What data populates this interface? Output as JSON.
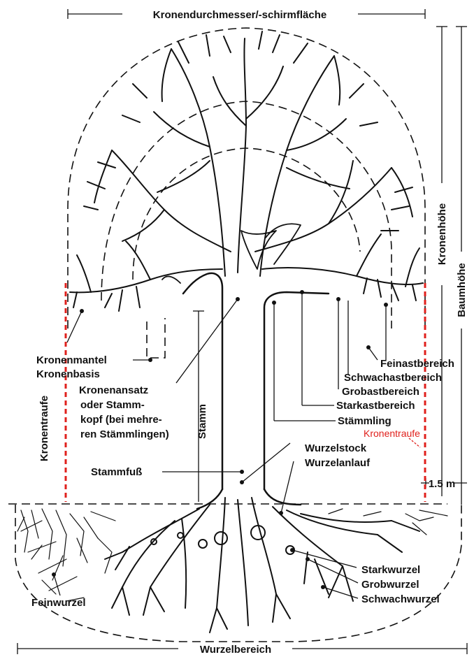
{
  "labels": {
    "crown_diameter": "Kronendurchmesser/-schirmfläche",
    "crown_mantle": "Kronenmantel",
    "crown_base": "Kronenbasis",
    "crown_attachment_1": "Kronenansatz",
    "crown_attachment_2": "oder Stamm-",
    "crown_attachment_3": "kopf (bei mehre-",
    "crown_attachment_4": "ren Stämmlingen)",
    "trunk": "Stamm",
    "trunk_foot": "Stammfuß",
    "drip_line_left": "Kronentraufe",
    "drip_line_right": "Kronentraufe",
    "fine_branch": "Feinastbereich",
    "weak_branch": "Schwachastbereich",
    "coarse_branch": "Grobastbereich",
    "strong_branch": "Starkastbereich",
    "stem": "Stämmling",
    "root_stock": "Wurzelstock",
    "root_flare": "Wurzelanlauf",
    "crown_height": "Kronenhöhe",
    "tree_height": "Baumhöhe",
    "height_marker": "1.5 m",
    "strong_root": "Starkwurzel",
    "coarse_root": "Grobwurzel",
    "weak_root": "Schwachwurzel",
    "fine_root": "Feinwurzel",
    "root_zone": "Wurzelbereich"
  },
  "colors": {
    "ink": "#111111",
    "drip_line": "#e0201c",
    "background": "#ffffff"
  }
}
